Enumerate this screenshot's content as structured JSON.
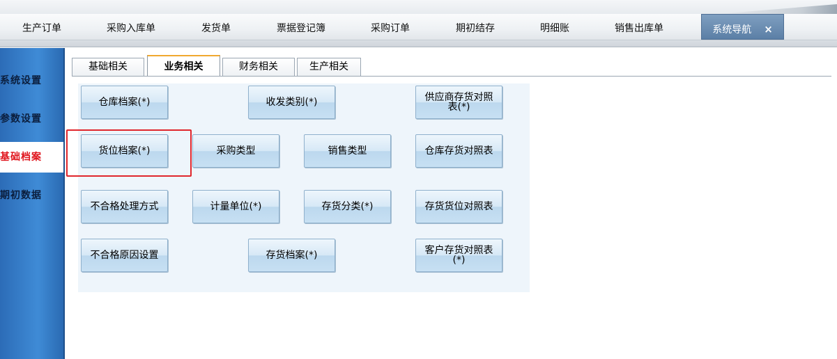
{
  "tabs": [
    {
      "label": "生产订单"
    },
    {
      "label": "采购入库单"
    },
    {
      "label": "发货单"
    },
    {
      "label": "票据登记簿"
    },
    {
      "label": "采购订单"
    },
    {
      "label": "期初结存"
    },
    {
      "label": "明细账"
    },
    {
      "label": "销售出库单"
    },
    {
      "label": "系统导航",
      "active": true,
      "close_label": "×"
    }
  ],
  "sidebar": {
    "items": [
      {
        "label": "系统设置"
      },
      {
        "label": "参数设置"
      },
      {
        "label": "基础档案",
        "active": true
      },
      {
        "label": "期初数据"
      }
    ]
  },
  "subtabs": [
    {
      "label": "基础相关"
    },
    {
      "label": "业务相关",
      "active": true
    },
    {
      "label": "财务相关"
    },
    {
      "label": "生产相关"
    }
  ],
  "buttons": [
    {
      "label": "仓库档案(*)"
    },
    {
      "label": "收发类别(*)"
    },
    {
      "label": "供应商存货对照表(*)"
    },
    {
      "label": "货位档案(*)",
      "highlighted": true
    },
    {
      "label": "采购类型"
    },
    {
      "label": "销售类型"
    },
    {
      "label": "仓库存货对照表"
    },
    {
      "label": "不合格处理方式"
    },
    {
      "label": "计量单位(*)"
    },
    {
      "label": "存货分类(*)"
    },
    {
      "label": "存货货位对照表"
    },
    {
      "label": "不合格原因设置"
    },
    {
      "label": "存货档案(*)"
    },
    {
      "label": "客户存货对照表(*)"
    }
  ],
  "colors": {
    "sidebar_blue": "#3f8bd6",
    "active_tab": "#5b7fa6",
    "active_sidebar_text": "#e0141c",
    "highlight_box": "#e0262c",
    "subtab_accent": "#f0a830"
  }
}
